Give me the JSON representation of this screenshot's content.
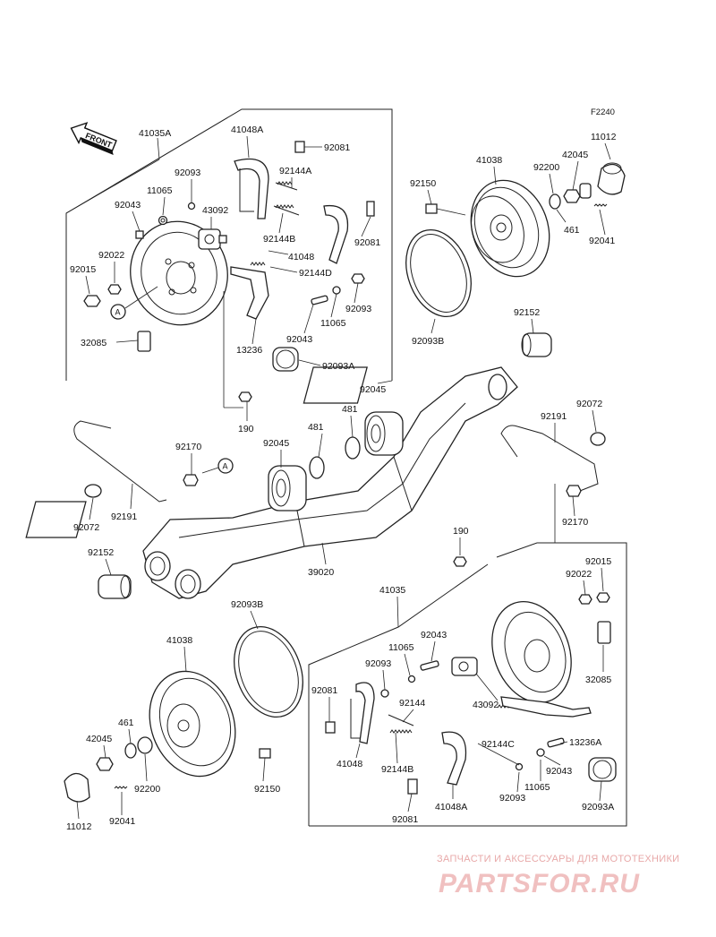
{
  "figure_code": "F2240",
  "front_label": "FRONT",
  "callout_letter": "A",
  "watermark": {
    "tagline": "ЗАПЧАСТИ И АКСЕССУАРЫ ДЛЯ МОТОТЕХНИКИ",
    "brand": "PARTSFOR.RU",
    "color": "#f0c0c0"
  },
  "labels": {
    "p41035A": "41035A",
    "p41048A_t": "41048A",
    "p92081_t": "92081",
    "p92093_t": "92093",
    "p92144A": "92144A",
    "p11065_t": "11065",
    "p92043_t": "92043",
    "p43092_t": "43092",
    "p92144B_t": "92144B",
    "p92081_t2": "92081",
    "p92022_t": "92022",
    "p41048_t": "41048",
    "p92015_t": "92015",
    "p92144D": "92144D",
    "p92093_t2": "92093",
    "p11065_t2": "11065",
    "p92043_t2": "92043",
    "p32085_t": "32085",
    "p13236": "13236",
    "p92093A_t": "92093A",
    "p92045_t": "92045",
    "p190_t": "190",
    "p481_a": "481",
    "p481_b": "481",
    "p92045_m": "92045",
    "p92170_l": "92170",
    "p92072_l": "92072",
    "p92191_l": "92191",
    "p92152_l": "92152",
    "p39020": "39020",
    "p92150_t": "92150",
    "p41038_t": "41038",
    "p92200_t": "92200",
    "p42045_t": "42045",
    "p11012_t": "11012",
    "p461_t": "461",
    "p92041_t": "92041",
    "p92093B_t": "92093B",
    "p92152_r": "92152",
    "p92072_r": "92072",
    "p92191_r": "92191",
    "p92170_r": "92170",
    "p190_b": "190",
    "p41035": "41035",
    "p92022_b": "92022",
    "p92015_b": "92015",
    "p92043_b": "92043",
    "p11065_b": "11065",
    "p92093_b": "92093",
    "p92081_b": "92081",
    "p92144": "92144",
    "p43092_b": "43092",
    "p32085_b": "32085",
    "p41048_b": "41048",
    "p92144B_b": "92144B",
    "p92144C": "92144C",
    "p13236A": "13236A",
    "p92043_b2": "92043",
    "p11065_b2": "11065",
    "p92093_b2": "92093",
    "p92081_b2": "92081",
    "p41048A_b": "41048A",
    "p92093A_b": "92093A",
    "p92093B_b": "92093B",
    "p41038_b": "41038",
    "p461_b": "461",
    "p42045_b": "42045",
    "p92200_b": "92200",
    "p92150_b": "92150",
    "p11012_b": "11012",
    "p92041_b": "92041"
  }
}
